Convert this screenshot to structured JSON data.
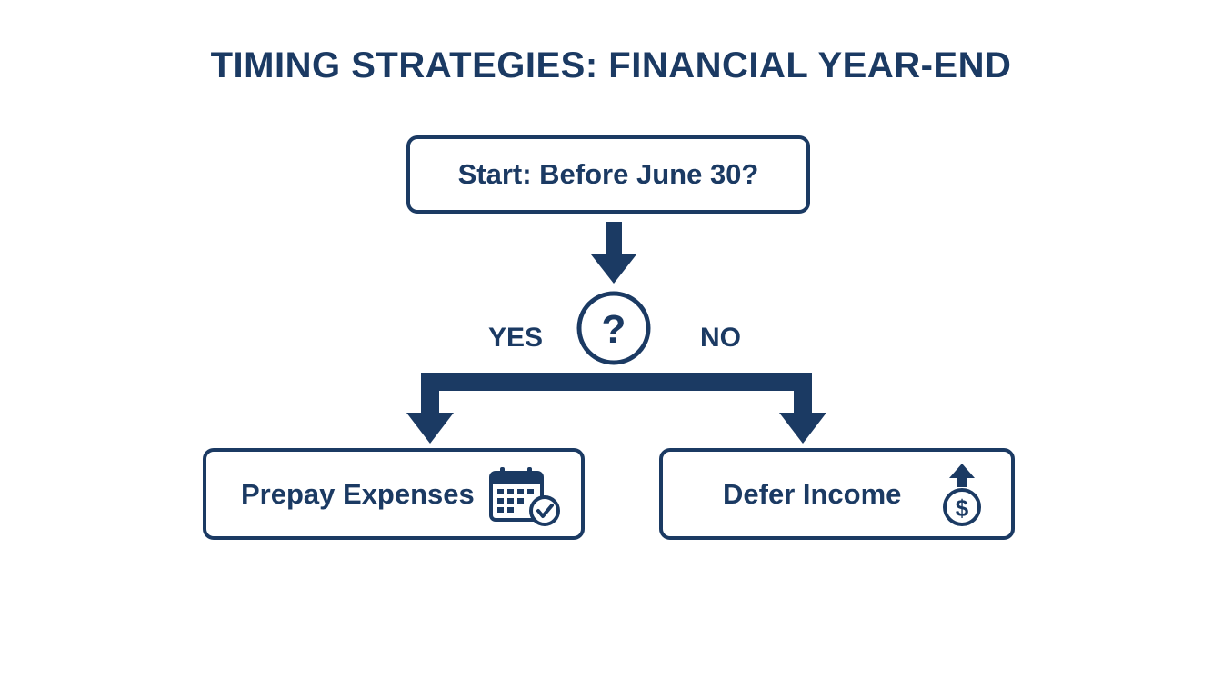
{
  "title": "TIMING STRATEGIES: FINANCIAL YEAR-END",
  "start": {
    "label": "Start: Before June 30?"
  },
  "decision": {
    "icon": "question-mark-icon",
    "symbol": "?"
  },
  "branches": {
    "yes_label": "YES",
    "no_label": "NO"
  },
  "outcomes": {
    "prepay": {
      "label": "Prepay Expenses",
      "icon": "calendar-check-icon"
    },
    "defer": {
      "label": "Defer Income",
      "icon": "money-bag-up-icon",
      "symbol": "$"
    }
  },
  "colors": {
    "primary": "#1b3a63",
    "background": "#ffffff"
  }
}
